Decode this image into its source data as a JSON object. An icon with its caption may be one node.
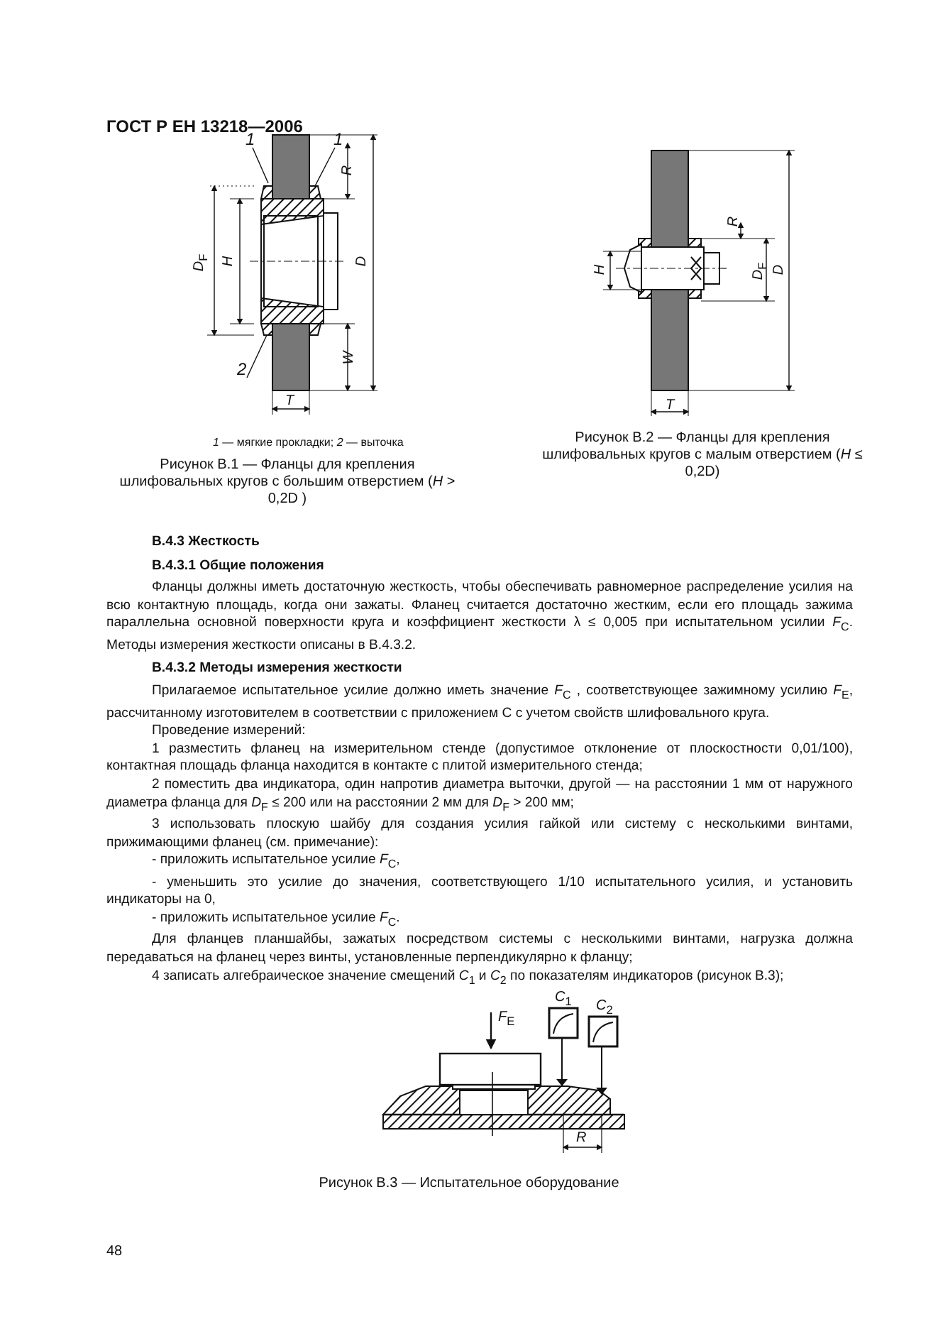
{
  "diagram": {
    "nodes": [
      {
        "text": [
          "1"
        ]
      },
      {
        "text": [
          "1"
        ]
      },
      {
        "text": [
          "2"
        ]
      }
    ],
    "edges": [
      {
        "from": 0,
        "to": null,
        "arrow": "none"
      },
      {
        "from": 1,
        "to": null,
        "arrow": "none"
      },
      {
        "from": 2,
        "to": null,
        "arrow": "none"
      }
    ],
    "labels": [
      "ГОСТ Р ЕН 13218—2006",
      "*R*",
      "*D*$_{F}$",
      "*H*",
      "*D*",
      "*W*",
      "*T*",
      "*R*",
      "*H*",
      "*D*$_{F}$",
      "*D*",
      "*T*",
      "*1* — мягкие прокладки; *2* — выточка",
      "Рисунок В.1 — Фланцы для крепления шлифовальных кругов с большим отверстием (*H* > 0,2D )",
      "Рисунок В.2 — Фланцы для крепления шлифовальных кругов с малым отверстием (*H* ≤ 0,2D)",
      "В.4.3 Жесткость",
      "В.4.3.1 Общие положения",
      "Фланцы должны иметь достаточную жесткость, чтобы обеспечивать равномерное распределение усилия на всю контактную площадь, когда они зажаты. Фланец считается достаточно жестким, если его площадь зажима параллельна основной поверхности круга и коэффициент жесткости λ ≤ 0,005 при испытательном усилии *F*$_{C}$. Методы измерения жесткости описаны в В.4.3.2.",
      "В.4.3.2 Методы измерения жесткости",
      "Прилагаемое испытательное усилие должно иметь значение *F*$_{C}$ , соответствующее зажимному усилию *F*$_{E}$, рассчитанному изготовителем в соответствии с приложением С с учетом свойств шлифовального круга.",
      "Проведение измерений:",
      "1 разместить фланец на измерительном стенде (допустимое отклонение от плоскостности 0,01/100), контактная площадь фланца находится в контакте с плитой измерительного стенда;",
      "2 поместить два индикатора, один напротив диаметра выточки, другой — на расстоянии 1 мм от наружного диаметра фланца для *D*$_{F}$ ≤ 200 или на расстоянии 2 мм для *D*$_{F}$ > 200 мм;",
      "3 использовать плоскую шайбу для создания усилия гайкой или систему с несколькими винтами, прижимающими фланец (см. примечание):",
      "- приложить испытательное усилие *F*$_{C}$,",
      "- уменьшить это усилие до значения, соответствующего 1/10 испытательного усилия, и установить индикаторы на 0,",
      "- приложить испытательное усилие *F*$_{C}$.",
      "Для фланцев планшайбы, зажатых посредством системы с несколькими винтами, нагрузка должна передаваться на фланец через винты, установленные перпендикулярно к фланцу;",
      "4 записать алгебраическое значение смещений *C*$_{1}$ и *C*$_{2}$ по показателям индикаторов (рисунок В.3);",
      "*F*$_{E}$",
      "*C*$_{1}$",
      "*C*$_{2}$",
      "*R*",
      "Рисунок В.3 — Испытательное оборудование",
      "48"
    ]
  }
}
